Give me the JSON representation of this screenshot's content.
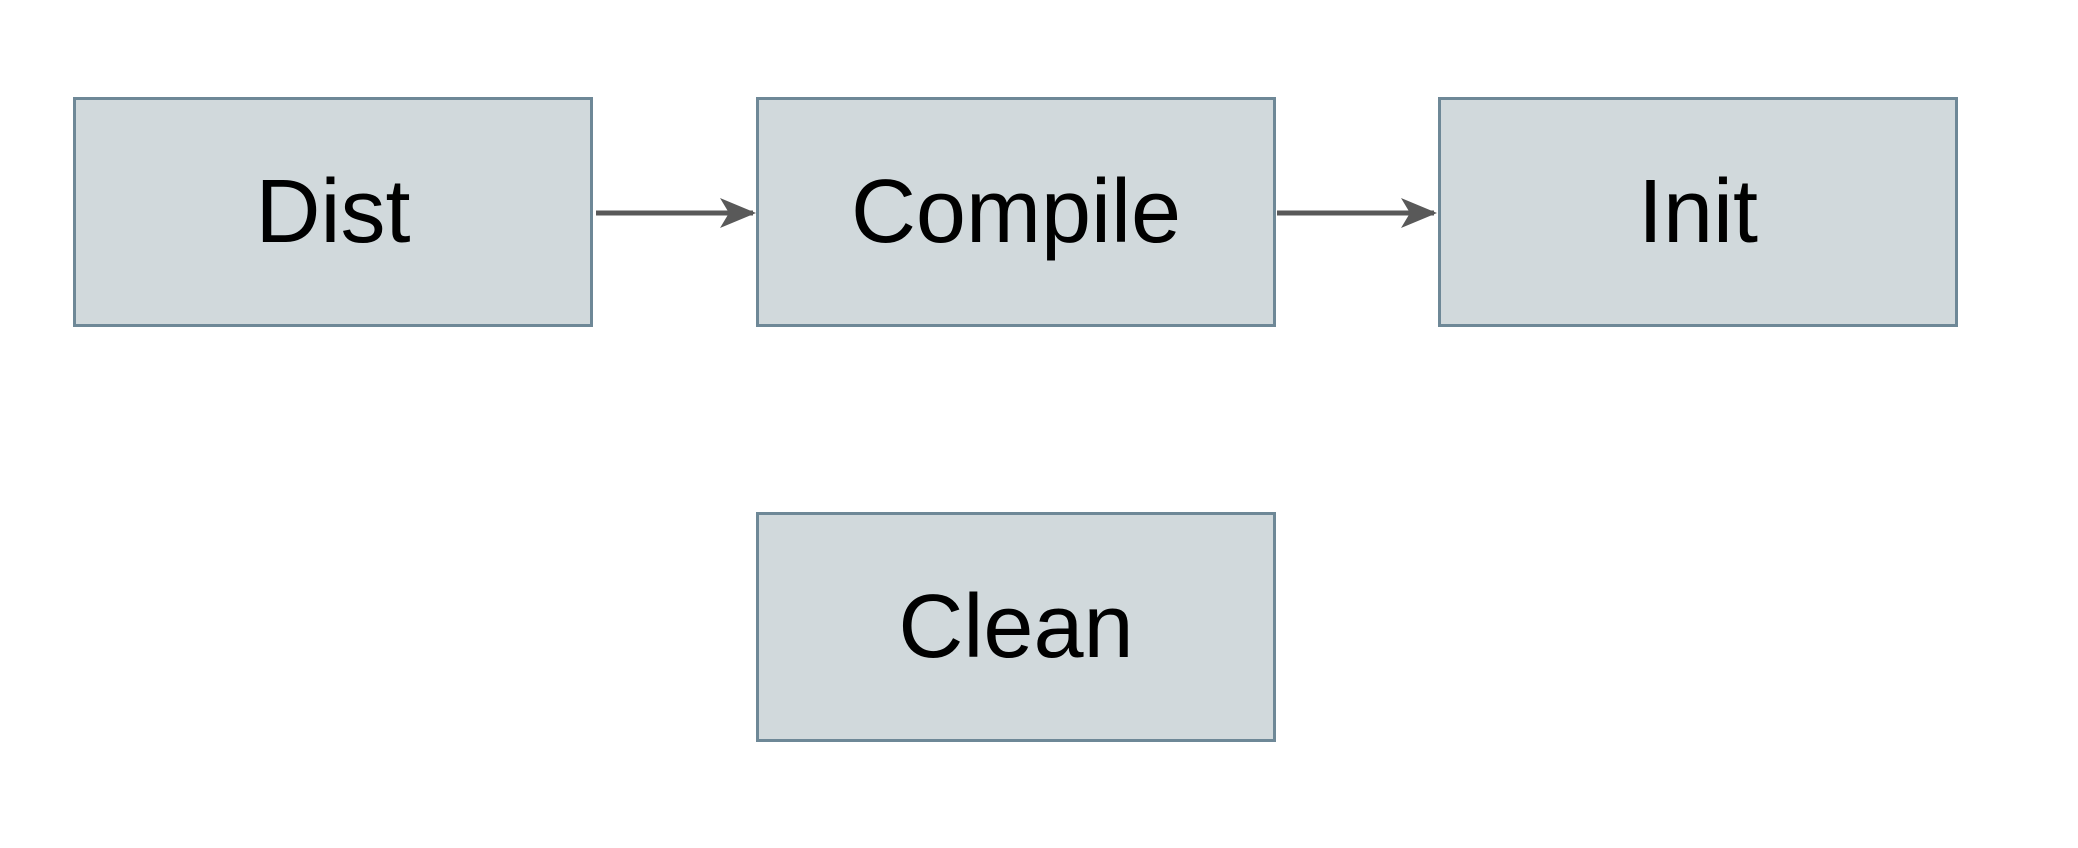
{
  "diagram": {
    "nodes": [
      {
        "id": "dist",
        "label": "Dist"
      },
      {
        "id": "compile",
        "label": "Compile"
      },
      {
        "id": "init",
        "label": "Init"
      },
      {
        "id": "clean",
        "label": "Clean"
      }
    ],
    "edges": [
      {
        "from": "dist",
        "to": "compile"
      },
      {
        "from": "compile",
        "to": "init"
      }
    ],
    "colors": {
      "background": "#ffffff",
      "node_fill": "#d1d9dc",
      "node_border": "#6e8897",
      "arrow": "#595959",
      "text": "#000000"
    }
  }
}
